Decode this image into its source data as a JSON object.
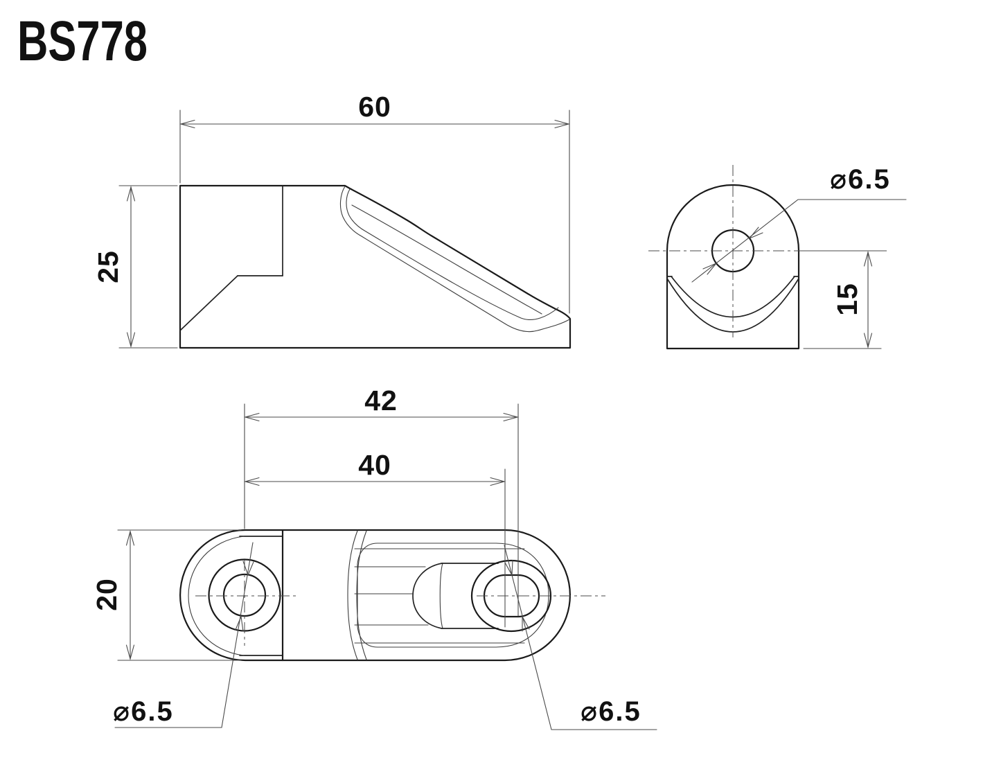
{
  "title": "BS778",
  "side_view": {
    "length": "60",
    "height": "25"
  },
  "end_view": {
    "hole_diameter": "⌀6.5",
    "saddle_height": "15"
  },
  "bottom_view": {
    "hole_spacing_outer": "42",
    "hole_spacing": "40",
    "body_width": "20",
    "left_hole_diameter": "⌀6.5",
    "right_hole_diameter": "⌀6.5"
  },
  "colors": {
    "line": "#1a1a1a",
    "thin_line": "#3c3c3c",
    "dimension": "#4a4a4a",
    "text": "#111111",
    "background": "#ffffff"
  }
}
